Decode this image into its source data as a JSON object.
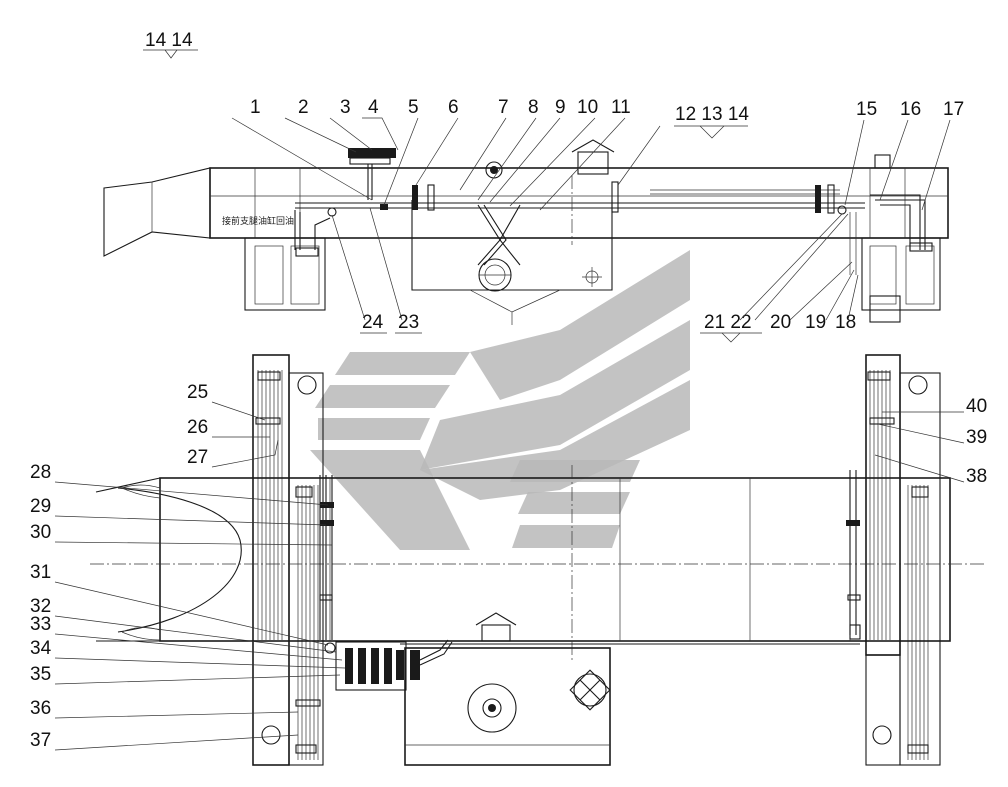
{
  "header_label": "14 14",
  "pipe_note": "接前支腿油缸回油",
  "top_labels": [
    {
      "id": "l1",
      "text": "1"
    },
    {
      "id": "l2",
      "text": "2"
    },
    {
      "id": "l3",
      "text": "3"
    },
    {
      "id": "l4",
      "text": "4"
    },
    {
      "id": "l5",
      "text": "5"
    },
    {
      "id": "l6",
      "text": "6"
    },
    {
      "id": "l7",
      "text": "7"
    },
    {
      "id": "l8",
      "text": "8"
    },
    {
      "id": "l9",
      "text": "9"
    },
    {
      "id": "l10",
      "text": "10"
    },
    {
      "id": "l11",
      "text": "11"
    },
    {
      "id": "l12_14",
      "text": "12 13 14"
    },
    {
      "id": "l15",
      "text": "15"
    },
    {
      "id": "l16",
      "text": "16"
    },
    {
      "id": "l17",
      "text": "17"
    }
  ],
  "lower_labels": [
    {
      "id": "l24",
      "text": "24"
    },
    {
      "id": "l23",
      "text": "23"
    },
    {
      "id": "l21_22",
      "text": "21 22"
    },
    {
      "id": "l20",
      "text": "20"
    },
    {
      "id": "l19",
      "text": "19"
    },
    {
      "id": "l18",
      "text": "18"
    }
  ],
  "left_labels": [
    {
      "id": "l25",
      "text": "25"
    },
    {
      "id": "l26",
      "text": "26"
    },
    {
      "id": "l27",
      "text": "27"
    },
    {
      "id": "l28",
      "text": "28"
    },
    {
      "id": "l29",
      "text": "29"
    },
    {
      "id": "l30",
      "text": "30"
    },
    {
      "id": "l31",
      "text": "31"
    },
    {
      "id": "l32",
      "text": "32"
    },
    {
      "id": "l33",
      "text": "33"
    },
    {
      "id": "l34",
      "text": "34"
    },
    {
      "id": "l35",
      "text": "35"
    },
    {
      "id": "l36",
      "text": "36"
    },
    {
      "id": "l37",
      "text": "37"
    }
  ],
  "right_labels": [
    {
      "id": "l40",
      "text": "40"
    },
    {
      "id": "l39",
      "text": "39"
    },
    {
      "id": "l38",
      "text": "38"
    }
  ]
}
